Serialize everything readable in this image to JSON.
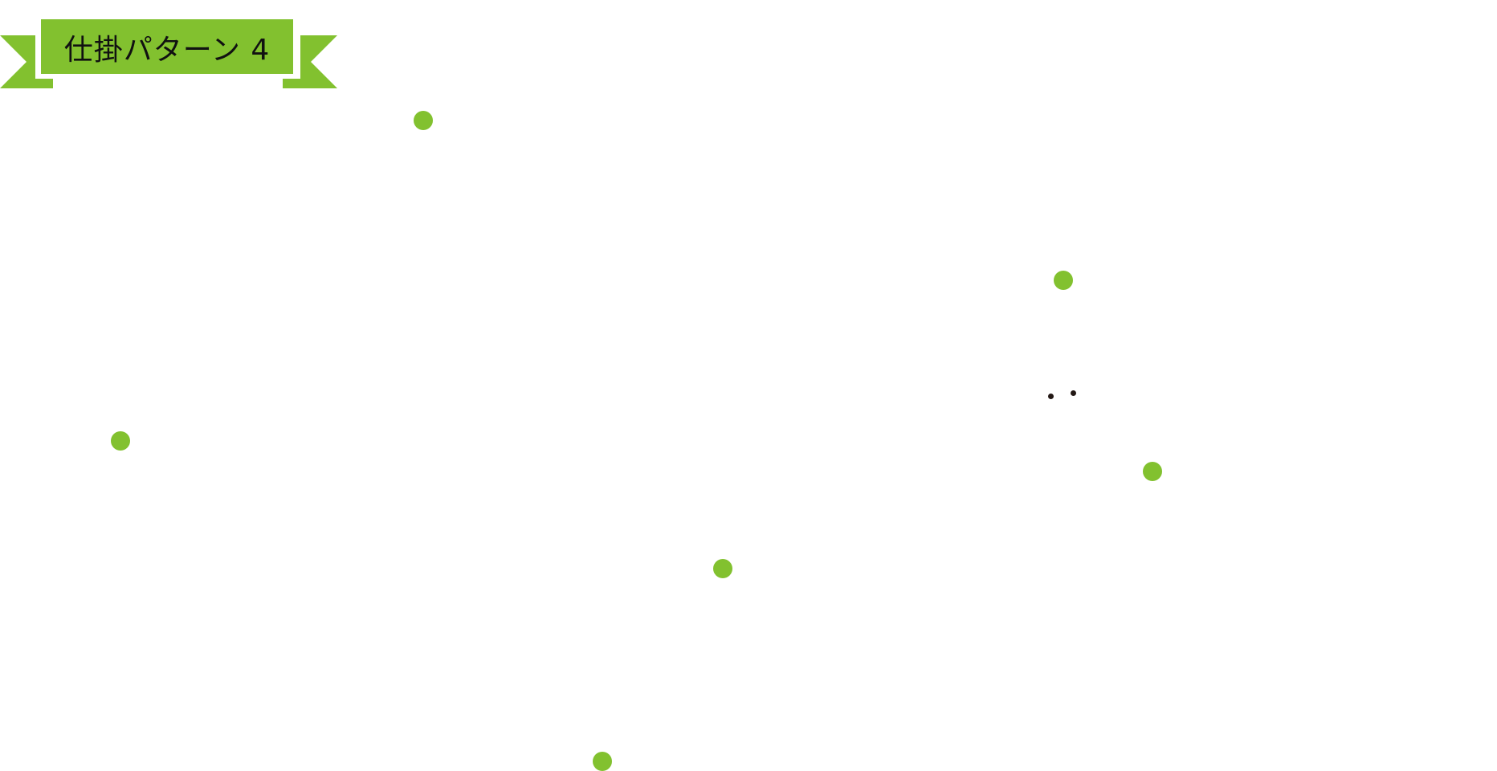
{
  "banner": {
    "title": "仕掛パターン 4"
  },
  "colors": {
    "banner_fill": "#82c12f",
    "banner_border": "#ffffff",
    "dot_fill": "#82c12f",
    "tiny_dot_fill": "#231815",
    "background": "#ffffff"
  },
  "markers": [
    {
      "name": "marker-1"
    },
    {
      "name": "marker-2"
    },
    {
      "name": "marker-3"
    },
    {
      "name": "marker-4"
    },
    {
      "name": "marker-5"
    },
    {
      "name": "marker-6"
    }
  ],
  "decorations": [
    {
      "name": "tiny-dot-1"
    },
    {
      "name": "tiny-dot-2"
    }
  ]
}
